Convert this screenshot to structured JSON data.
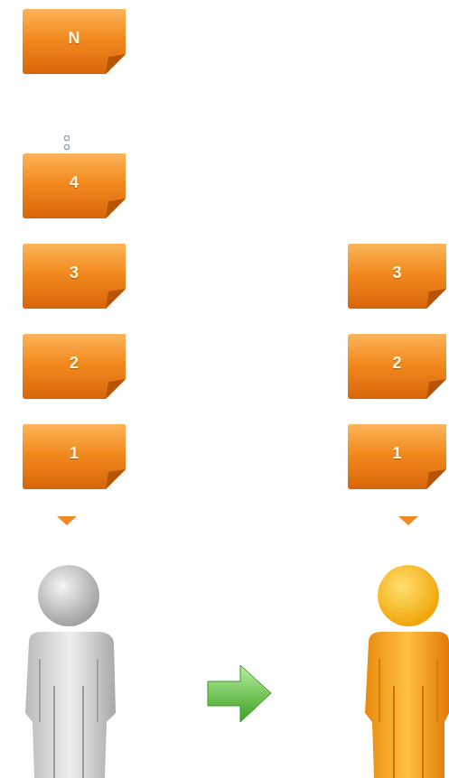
{
  "diagram": {
    "nodes": [
      {
        "text": [
          "N"
        ]
      },
      {
        "text": [
          "4"
        ]
      },
      {
        "text": [
          "3"
        ]
      },
      {
        "text": [
          "2"
        ]
      },
      {
        "text": [
          "1"
        ]
      },
      {
        "text": [
          "3"
        ]
      },
      {
        "text": [
          "2"
        ]
      },
      {
        "text": [
          "1"
        ]
      }
    ]
  }
}
